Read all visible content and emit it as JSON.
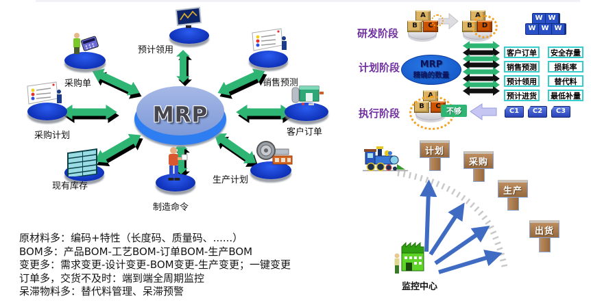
{
  "left_diagram": {
    "hub_label": "MRP",
    "nodes": [
      {
        "label": "预计领用"
      },
      {
        "label": "采购单"
      },
      {
        "label": "销售预测"
      },
      {
        "label": "采购计划"
      },
      {
        "label": "客户订单"
      },
      {
        "label": "现有库存"
      },
      {
        "label": "制造命令"
      },
      {
        "label": "生产计划"
      }
    ]
  },
  "notes": [
    "原材料多：编码+特性（长度码、质量码、......）",
    "BOM多：产品BOM-工艺BOM-订单BOM-生产BOM",
    "变更多：需求变更-设计变更-BOM变更-生产变更；一键变更",
    "订单多，交货不及时：端到端全周期监控",
    "呆滞物料多：替代料管理、呆滞预警"
  ],
  "phases": {
    "rd": {
      "label": "研发阶段",
      "before": [
        "A",
        "B",
        "C"
      ],
      "after": [
        "A",
        "B",
        "D"
      ],
      "w": "W"
    },
    "plan": {
      "label": "计划阶段",
      "mrp": "MRP",
      "mrp_sub": "精确的数量",
      "grid": [
        [
          "客户订单",
          "安全存量"
        ],
        [
          "销售预测",
          "损耗率"
        ],
        [
          "预计领用",
          "替代料"
        ],
        [
          "预计进货",
          "最低补量"
        ]
      ]
    },
    "exec": {
      "label": "执行阶段",
      "blocks": [
        "A",
        "B",
        "C"
      ],
      "badge": "不够",
      "tags": [
        "C1",
        "C2",
        "C3"
      ]
    }
  },
  "monitor": {
    "signs": [
      "计划",
      "采购",
      "生产",
      "出货"
    ],
    "label": "监控中心"
  },
  "colors": {
    "green_arrow": "#2eb573",
    "pedestal_blue": "#1537c8",
    "hub_rim": "#2e7ef2",
    "phase_purple": "#7030a0",
    "grid_border": "#35cccc",
    "badge_green": "#2eb573",
    "wood_brown": "#a8794e",
    "blue_arrow": "#3f6cc2",
    "block_tan": "#dcb362",
    "block_orange": "#cc5200",
    "w_cube_blue": "#2a50c8"
  }
}
